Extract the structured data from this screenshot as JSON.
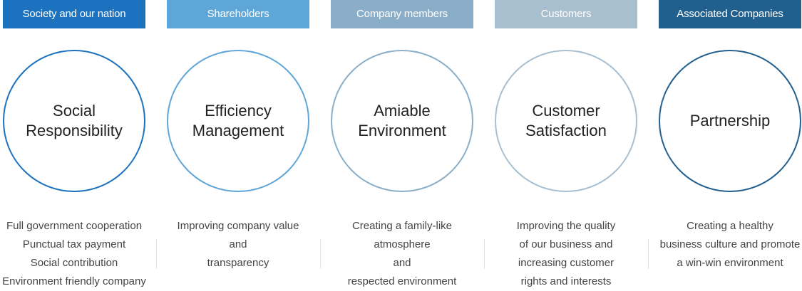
{
  "columns": [
    {
      "tab": "Society and our nation",
      "tab_color": "#1c72bf",
      "circle_color": "#1c72bf",
      "title": "Social\nResponsibility",
      "description": "Full government cooperation\nPunctual tax payment\nSocial contribution\nEnvironment friendly company"
    },
    {
      "tab": "Shareholders",
      "tab_color": "#5ea6d8",
      "circle_color": "#5ea6d8",
      "title": "Efficiency\nManagement",
      "description": "Improving company value\nand\ntransparency"
    },
    {
      "tab": "Company members",
      "tab_color": "#8aaec8",
      "circle_color": "#8aaec8",
      "title": "Amiable\nEnvironment",
      "description": "Creating a family-like\natmosphere\nand\nrespected environment"
    },
    {
      "tab": "Customers",
      "tab_color": "#a8bfd0",
      "circle_color": "#a8bfd0",
      "title": "Customer\nSatisfaction",
      "description": "Improving the quality\nof our business and\nincreasing customer\nrights and interests"
    },
    {
      "tab": "Associated Companies",
      "tab_color": "#215f8e",
      "circle_color": "#215f8e",
      "title": "Partnership",
      "description": "Creating a healthy\nbusiness culture and promote\na win-win environment"
    }
  ]
}
